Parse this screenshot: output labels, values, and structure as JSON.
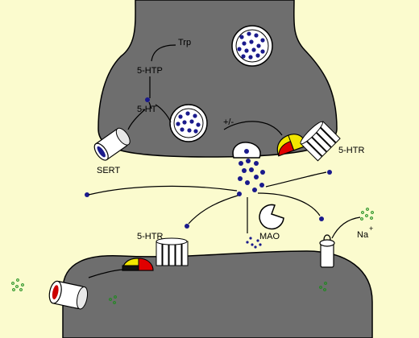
{
  "labels": {
    "trp": "Trp",
    "five_htp": "5-HTP",
    "five_ht": "5-HT",
    "plus_minus": "+/-",
    "sert": "SERT",
    "htr_pre": "5-HTR",
    "htr_post": "5-HTR",
    "mao": "MAO",
    "na": "Na",
    "na_charge": "+"
  },
  "colors": {
    "background": "#fbfbce",
    "neuron_fill": "#6e6e6e",
    "vesicle_fill": "#ffffff",
    "serotonin": "#1a1a8c",
    "sodium": "#1a8c1a",
    "receptor_yellow": "#f2e600",
    "receptor_red": "#e00000",
    "sert_blue": "#1a1a8c",
    "channel_red": "#cc0000"
  }
}
